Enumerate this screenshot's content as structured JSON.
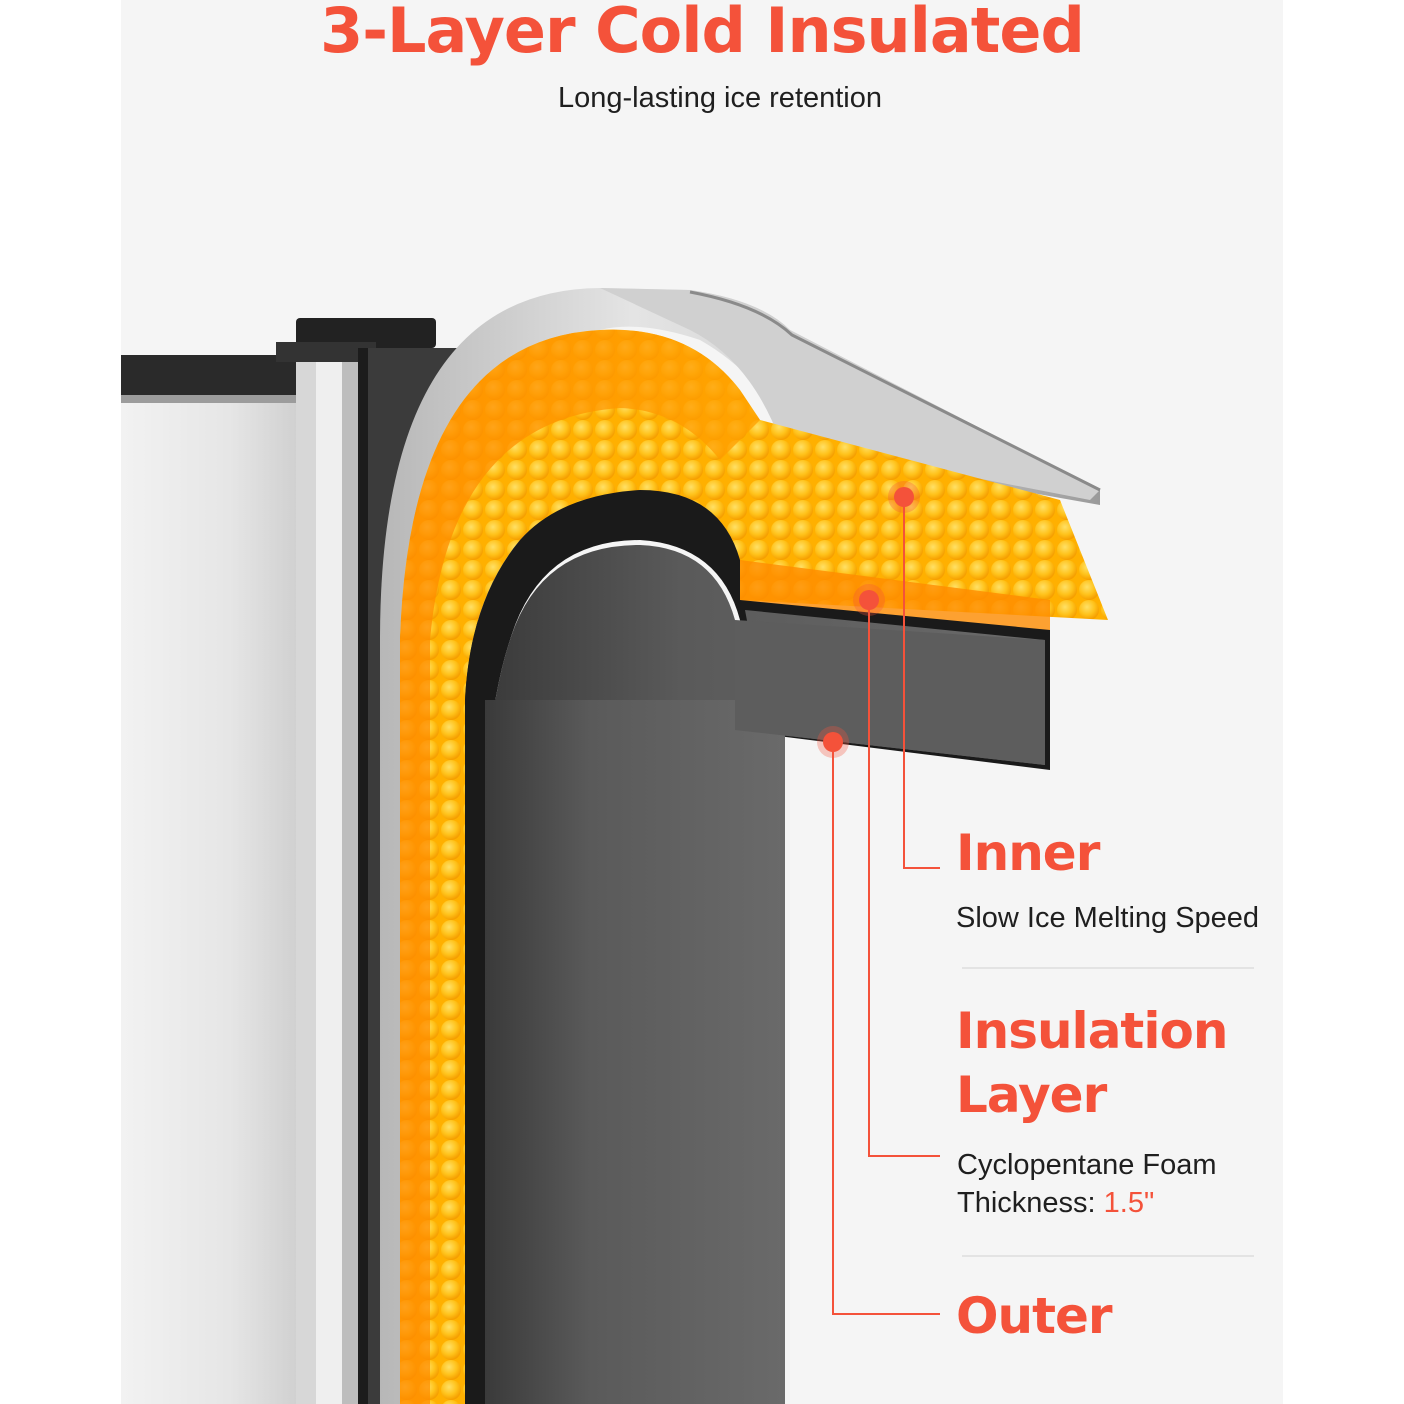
{
  "header": {
    "title": "3-Layer Cold Insulated",
    "subtitle": "Long-lasting ice retention"
  },
  "layers": [
    {
      "title": "Inner",
      "desc": "Slow Ice Melting Speed"
    },
    {
      "title_line1": "Insulation",
      "title_line2": "Layer",
      "desc_line1": "Cyclopentane Foam",
      "desc_prefix": "Thickness: ",
      "desc_value": "1.5\""
    },
    {
      "title": "Outer"
    }
  ],
  "colors": {
    "accent": "#f4523a",
    "foam": "#ffb300",
    "inner_wall": "#636363",
    "steel": "#c9c9c9"
  }
}
